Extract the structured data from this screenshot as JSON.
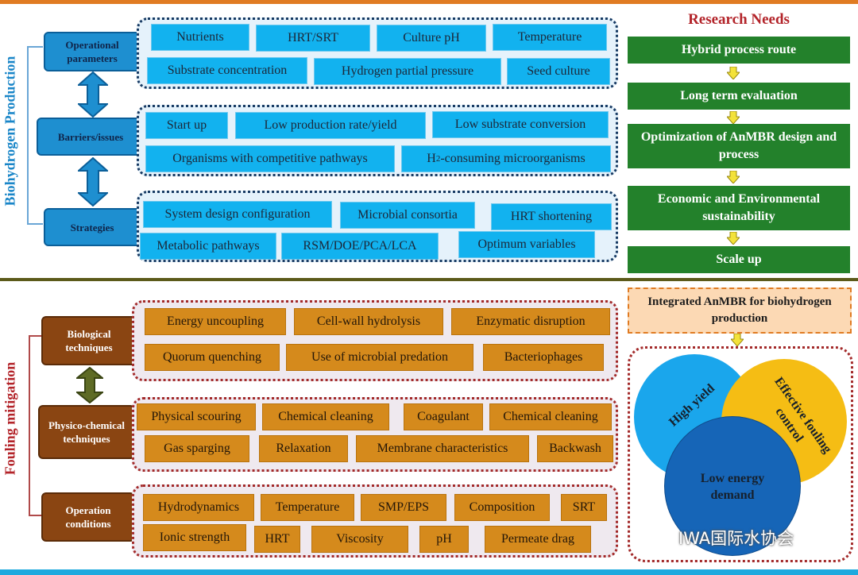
{
  "top": {
    "section_title": "Biohydrogen Production",
    "nodes": {
      "operational": "Operational parameters",
      "barriers": "Barriers/issues",
      "strategies": "Strategies"
    },
    "operational_chips": [
      "Nutrients",
      "HRT/SRT",
      "Culture pH",
      "Temperature",
      "Substrate concentration",
      "Hydrogen partial pressure",
      "Seed culture"
    ],
    "barrier_chips": [
      "Start up",
      "Low production rate/yield",
      "Low substrate conversion",
      "Organisms with competitive pathways"
    ],
    "barrier_h2": {
      "prefix": "H",
      "sub": "2",
      "suffix": "-consuming microorganisms"
    },
    "strategy_chips": [
      "System design configuration",
      "Microbial consortia",
      "HRT shortening",
      "Metabolic pathways",
      "RSM/DOE/PCA/LCA",
      "Optimum variables"
    ]
  },
  "research": {
    "title": "Research Needs",
    "steps": [
      "Hybrid process route",
      "Long term evaluation",
      "Optimization of AnMBR design and process",
      "Economic and Environmental sustainability",
      "Scale up"
    ]
  },
  "bottom": {
    "section_title": "Fouling mitigation",
    "nodes": {
      "biological": "Biological techniques",
      "physico": "Physico-chemical techniques",
      "operation": "Operation conditions"
    },
    "biological_chips": [
      "Energy uncoupling",
      "Cell-wall hydrolysis",
      "Enzymatic disruption",
      "Quorum quenching",
      "Use of microbial predation",
      "Bacteriophages"
    ],
    "physico_chips": [
      "Physical scouring",
      "Chemical cleaning",
      "Coagulant",
      "Chemical cleaning",
      "Gas sparging",
      "Relaxation",
      "Membrane characteristics",
      "Backwash"
    ],
    "operation_chips": [
      "Hydrodynamics",
      "Temperature",
      "SMP/EPS",
      "Composition",
      "SRT",
      "Ionic strength",
      "HRT",
      "Viscosity",
      "pH",
      "Permeate drag"
    ]
  },
  "integrated": {
    "label": "Integrated AnMBR for biohydrogen production",
    "venn": [
      "High yield",
      "Effective fouling control",
      "Low energy demand"
    ],
    "colors": {
      "high_yield": "#1aa6ec",
      "fouling": "#f5bd14",
      "energy": "#1665b7"
    }
  },
  "watermark": "IWA国际水协会"
}
